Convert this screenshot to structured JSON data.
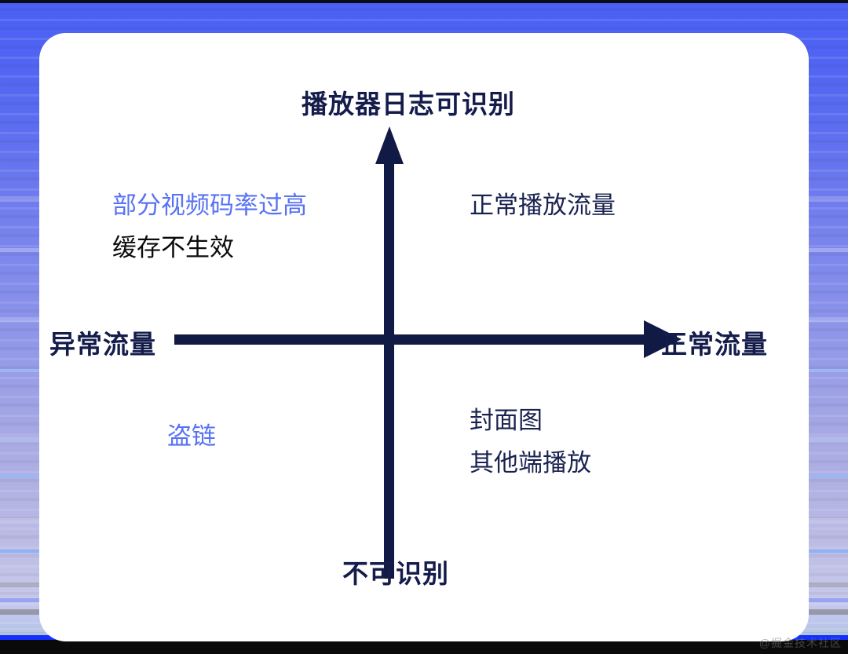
{
  "chart_data": {
    "type": "diagram",
    "subtype": "quadrant-matrix",
    "title": "播放器日志可识别 / 不可识别 × 异常流量 / 正常流量 四象限",
    "axes": {
      "vertical": {
        "top_label": "播放器日志可识别",
        "bottom_label": "不可识别",
        "arrow": "up",
        "color": "#111a44"
      },
      "horizontal": {
        "left_label": "异常流量",
        "right_label": "正常流量",
        "arrow": "right",
        "color": "#111a44"
      }
    },
    "quadrants": [
      {
        "position": "top-left",
        "name": "可识别 × 异常流量",
        "items": [
          {
            "text": "部分视频码率过高",
            "color": "#5872f2"
          },
          {
            "text": "缓存不生效",
            "color": "#0b0b0b"
          }
        ]
      },
      {
        "position": "top-right",
        "name": "可识别 × 正常流量",
        "items": [
          {
            "text": "正常播放流量",
            "color": "#1a2350"
          }
        ]
      },
      {
        "position": "bottom-left",
        "name": "不可识别 × 异常流量",
        "items": [
          {
            "text": "盗链",
            "color": "#5872f2"
          }
        ]
      },
      {
        "position": "bottom-right",
        "name": "不可识别 × 正常流量",
        "items": [
          {
            "text": "封面图",
            "color": "#1a2350"
          },
          {
            "text": "其他端播放",
            "color": "#1a2350"
          }
        ]
      }
    ]
  },
  "colors": {
    "axis": "#111a44",
    "accent_blue": "#5872f2",
    "text_navy": "#1a2350",
    "text_black": "#0b0b0b",
    "card_background": "#ffffff",
    "page_background_top": "#4a60f5",
    "page_background_bottom": "#9dc3bf"
  },
  "axis_labels": {
    "top": "播放器日志可识别",
    "bottom": "不可识别",
    "left": "异常流量",
    "right": "正常流量"
  },
  "quadrants": {
    "q2": {
      "line1": "部分视频码率过高",
      "line2": "缓存不生效"
    },
    "q1": {
      "line1": "正常播放流量"
    },
    "q3": {
      "line1": "盗链"
    },
    "q4": {
      "line1": "封面图",
      "line2": "其他端播放"
    }
  },
  "watermark": {
    "text": "@掘金技术社区"
  }
}
